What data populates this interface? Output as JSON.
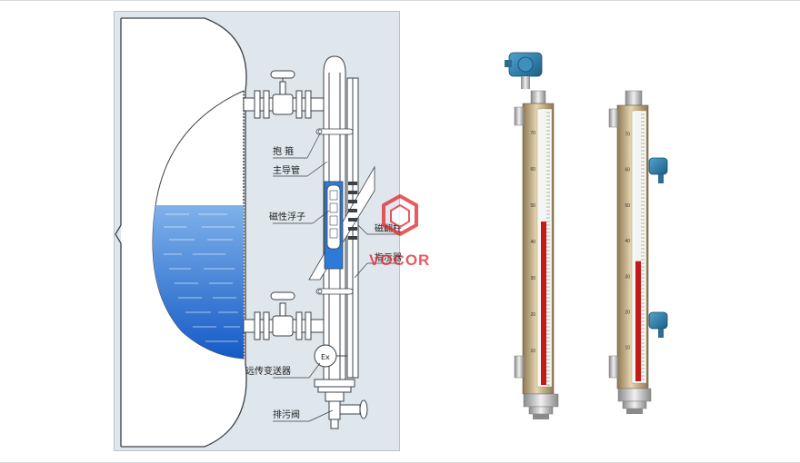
{
  "labels": {
    "float_hoop": "抱 箍",
    "main_tube": "主导管",
    "magnetic_float": "磁性浮子",
    "flap_column": "磁翻柱",
    "indicator": "指示器",
    "transmitter": "远传变送器",
    "drain_valve": "排污阀",
    "ex_mark": "Ex"
  },
  "watermark": {
    "text": "VOCOR"
  },
  "meter_left": {
    "ticks": [
      "70",
      "60",
      "50",
      "40",
      "30",
      "20",
      "10"
    ],
    "level_fraction": 0.6
  },
  "meter_right": {
    "ticks": [
      "70",
      "60",
      "50",
      "40",
      "30",
      "20",
      "10"
    ],
    "level_fraction": 0.45
  },
  "colors": {
    "water": "#1f6fd6",
    "panel": "#dfe7ec",
    "red_flap": "#c21a1a",
    "white_flap": "#f4f4f4",
    "brass": "#b9a27a",
    "steel": "#c9c9c9",
    "transmitter_head": "#2a7aa8",
    "watermark": "#e1242b"
  }
}
